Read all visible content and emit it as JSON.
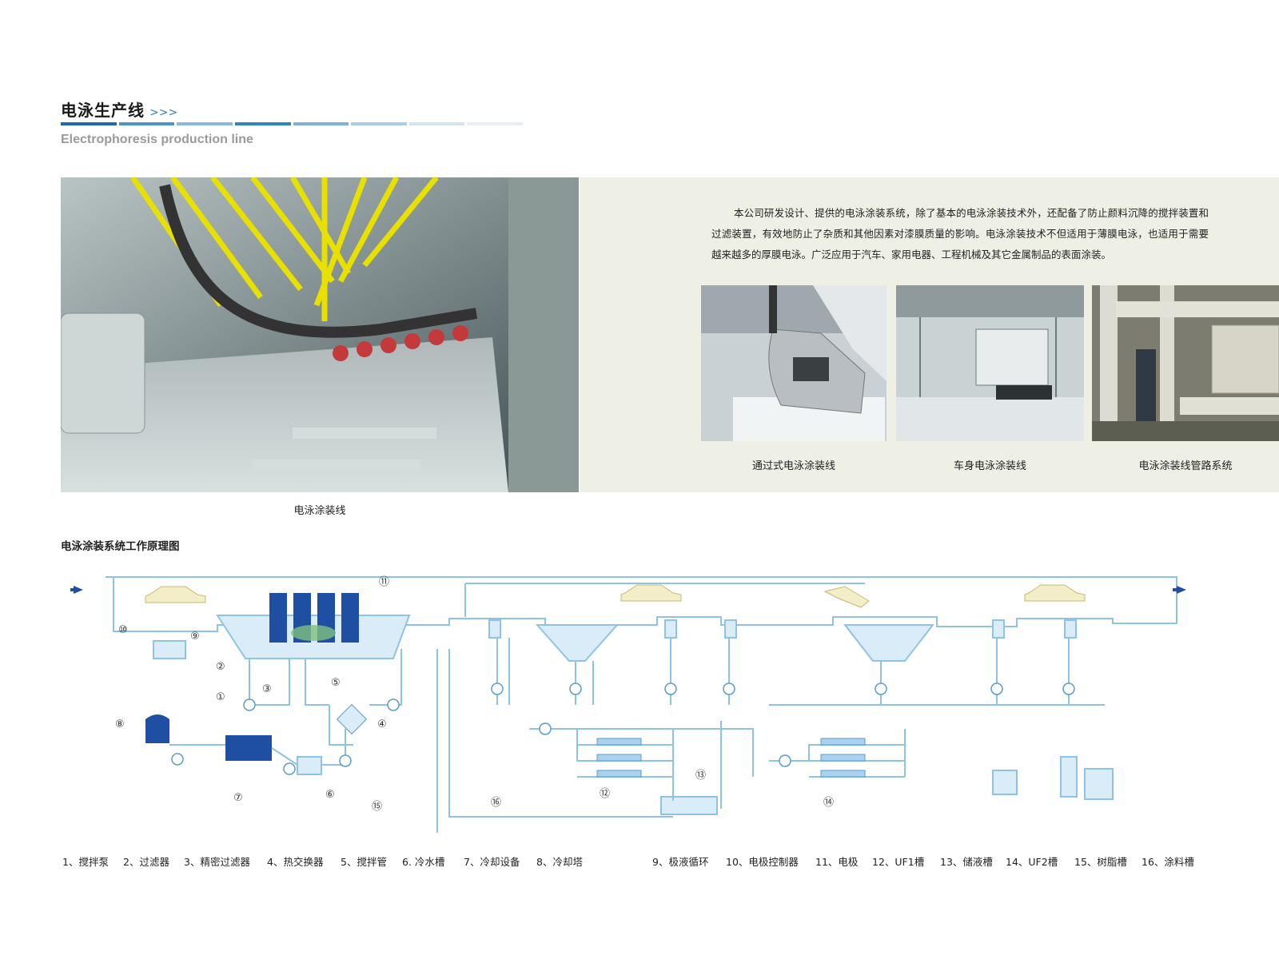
{
  "header": {
    "title": "电泳生产线",
    "title_arrows": ">>>",
    "subtitle": "Electrophoresis production line",
    "underline_colors": [
      "#1f6aa8",
      "#4f94c9",
      "#8bb8dc",
      "#2f86b8",
      "#7fb3d6",
      "#a9cde6",
      "#d2e4f1",
      "#e6eef6"
    ]
  },
  "main_photo": {
    "caption": "电泳涂装线"
  },
  "description": "本公司研发设计、提供的电泳涂装系统，除了基本的电泳涂装技术外，还配备了防止颜料沉降的搅拌装置和过滤装置，有效地防止了杂质和其他因素对漆膜质量的影响。电泳涂装技术不但适用于薄膜电泳，也适用于需要越来越多的厚膜电泳。广泛应用于汽车、家用电器、工程机械及其它金属制品的表面涂装。",
  "thumbnails": [
    {
      "caption": "通过式电泳涂装线"
    },
    {
      "caption": "车身电泳涂装线"
    },
    {
      "caption": "电泳涂装线管路系统"
    }
  ],
  "diagram": {
    "title": "电泳涂装系统工作原理图",
    "line_color": "#8fc3e6",
    "tank_fill": "#d9ecf8",
    "equipment_color": "#1f4fa3",
    "number_labels": [
      "①",
      "②",
      "③",
      "④",
      "⑤",
      "⑥",
      "⑦",
      "⑧",
      "⑨",
      "⑩",
      "⑪",
      "⑫",
      "⑬",
      "⑭",
      "⑮",
      "⑯"
    ]
  },
  "legend": {
    "items": [
      "1、搅拌泵",
      "2、过滤器",
      "3、精密过滤器",
      "4、热交换器",
      "5、搅拌管",
      "6. 冷水槽",
      "7、冷却设备",
      "8、冷却塔",
      "9、极液循环",
      "10、电极控制器",
      "11、电极",
      "12、UF1槽",
      "13、储液槽",
      "14、UF2槽",
      "15、树脂槽",
      "16、涂料槽"
    ]
  }
}
